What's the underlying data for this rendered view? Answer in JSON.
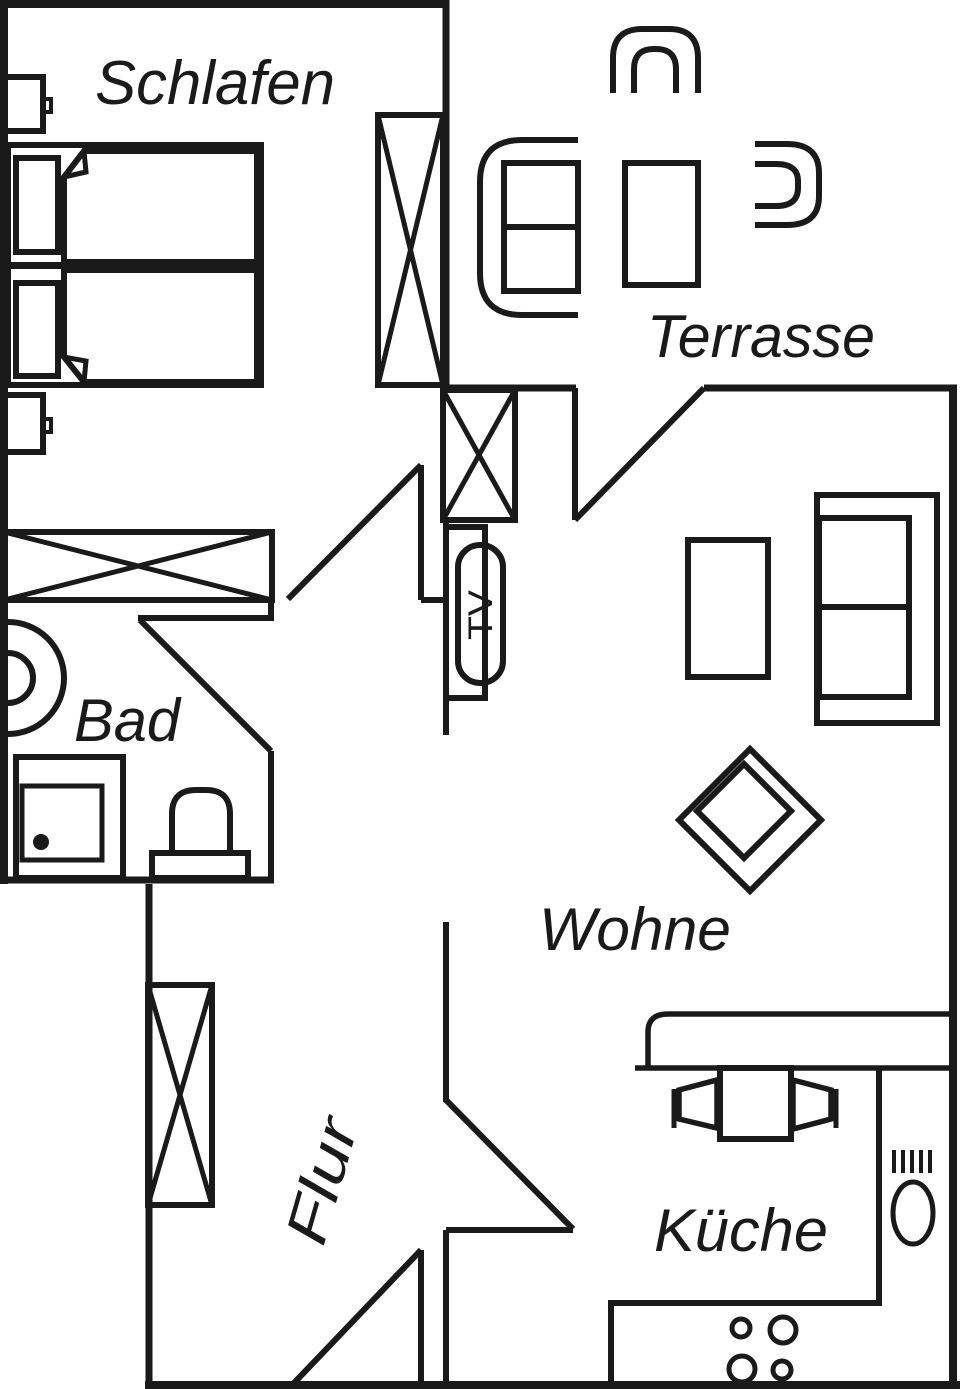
{
  "rooms": {
    "bedroom": "Schlafen",
    "terrace": "Terrasse",
    "bath": "Bad",
    "living": "Wohne",
    "hallway": "Flur",
    "kitchen": "Küche"
  },
  "labels": {
    "tv": "TV"
  },
  "colors": {
    "line": "#1a1a1a",
    "background": "#ffffff"
  }
}
